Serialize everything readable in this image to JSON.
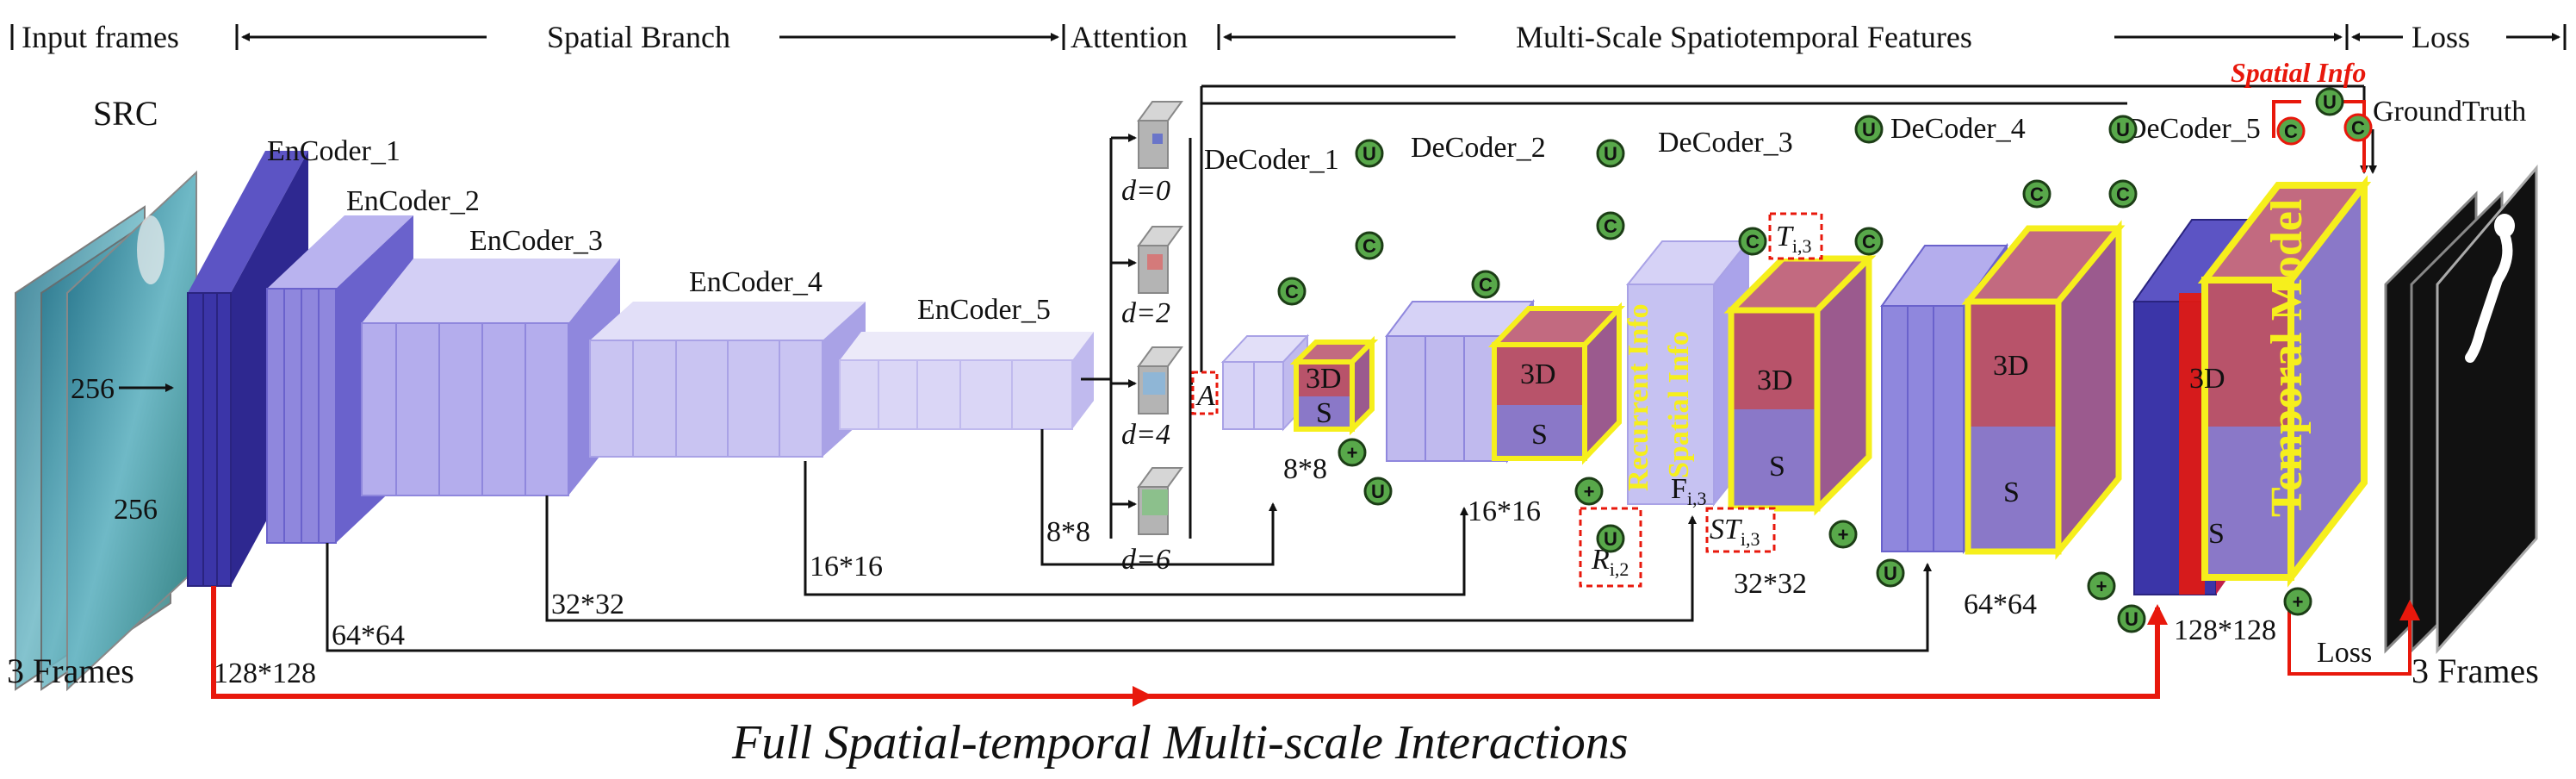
{
  "sections": {
    "input_frames": "Input frames",
    "spatial_branch": "Spatial Branch",
    "attention": "Attention",
    "multi_scale": "Multi-Scale Spatiotemporal Features",
    "loss": "Loss"
  },
  "left": {
    "src": "SRC",
    "dim_256_a": "256",
    "dim_256_b": "256",
    "three_frames": "3 Frames"
  },
  "encoders": [
    "EnCoder_1",
    "EnCoder_2",
    "EnCoder_3",
    "EnCoder_4",
    "EnCoder_5"
  ],
  "decoders": [
    "DeCoder_1",
    "DeCoder_2",
    "DeCoder_3",
    "DeCoder_4",
    "DeCoder_5"
  ],
  "dilations": [
    "d=0",
    "d=2",
    "d=4",
    "d=6"
  ],
  "scales": {
    "s8": "8*8",
    "s8b": "8*8",
    "s16": "16*16",
    "s16b": "16*16",
    "s32": "32*32",
    "s32b": "32*32",
    "s64": "64*64",
    "s64b": "64*64",
    "s128": "128*128",
    "s128b": "128*128"
  },
  "blocks": {
    "label_3d": "3D",
    "label_s": "S",
    "a_box": "A",
    "recurrent_info": "Recurrent Info",
    "spatial_info_v": "Spatial Info",
    "f_i3": "F",
    "f_i3_sub": "i,3",
    "t_i3": "T",
    "t_i3_sub": "i,3",
    "r_i2": "R",
    "r_i2_sub": "i,2",
    "st_i3": "ST",
    "st_i3_sub": "i,3",
    "temporal_model": "Temporal Model"
  },
  "ops": {
    "u": "U",
    "c": "C",
    "plus": "+"
  },
  "right": {
    "spatial_info": "Spatial Info",
    "ground_truth": "GroundTruth",
    "loss_label": "Loss",
    "three_frames": "3 Frames"
  },
  "caption": "Full Spatial-temporal Multi-scale Interactions",
  "colors": {
    "encoder_dark": "#3b35a8",
    "encoder_mid": "#9b94e6",
    "encoder_light": "#c6c2f2",
    "red_arrow": "#e8180c",
    "yellow": "#f6ef1c",
    "block_red": "#b8536a",
    "block_purple": "#8a78c8",
    "op_green": "#58a84a"
  }
}
